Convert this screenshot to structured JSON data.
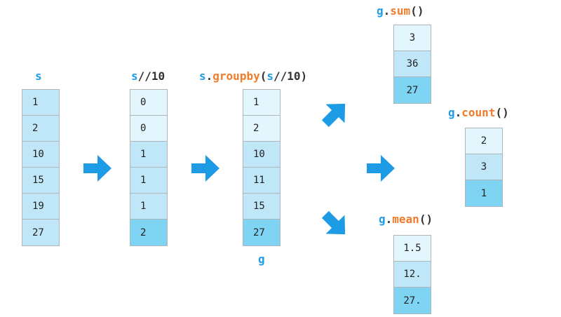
{
  "colors": {
    "variable": "#1e9be5",
    "method": "#f07b2b",
    "arrow": "#1e9be5"
  },
  "s": {
    "var": "s",
    "values": [
      "1",
      "2",
      "10",
      "15",
      "19",
      "27"
    ]
  },
  "key": {
    "var": "s",
    "op": "//10",
    "values": [
      "0",
      "0",
      "1",
      "1",
      "1",
      "2"
    ]
  },
  "grouped": {
    "var": "s",
    "method": "groupby",
    "arg_var": "s",
    "arg_op": "//10)",
    "values": [
      "1",
      "2",
      "10",
      "11",
      "15",
      "27"
    ],
    "caption": "g"
  },
  "sum": {
    "var": "g",
    "method": "sum",
    "values": [
      "3",
      "36",
      "27"
    ]
  },
  "count": {
    "var": "g",
    "method": "count",
    "values": [
      "2",
      "3",
      "1"
    ]
  },
  "mean": {
    "var": "g",
    "method": "mean",
    "values": [
      "1.5",
      "12.",
      "27."
    ]
  },
  "arrows": [
    "arrow-right",
    "arrow-right",
    "arrow-up-right",
    "arrow-right",
    "arrow-down-right"
  ]
}
